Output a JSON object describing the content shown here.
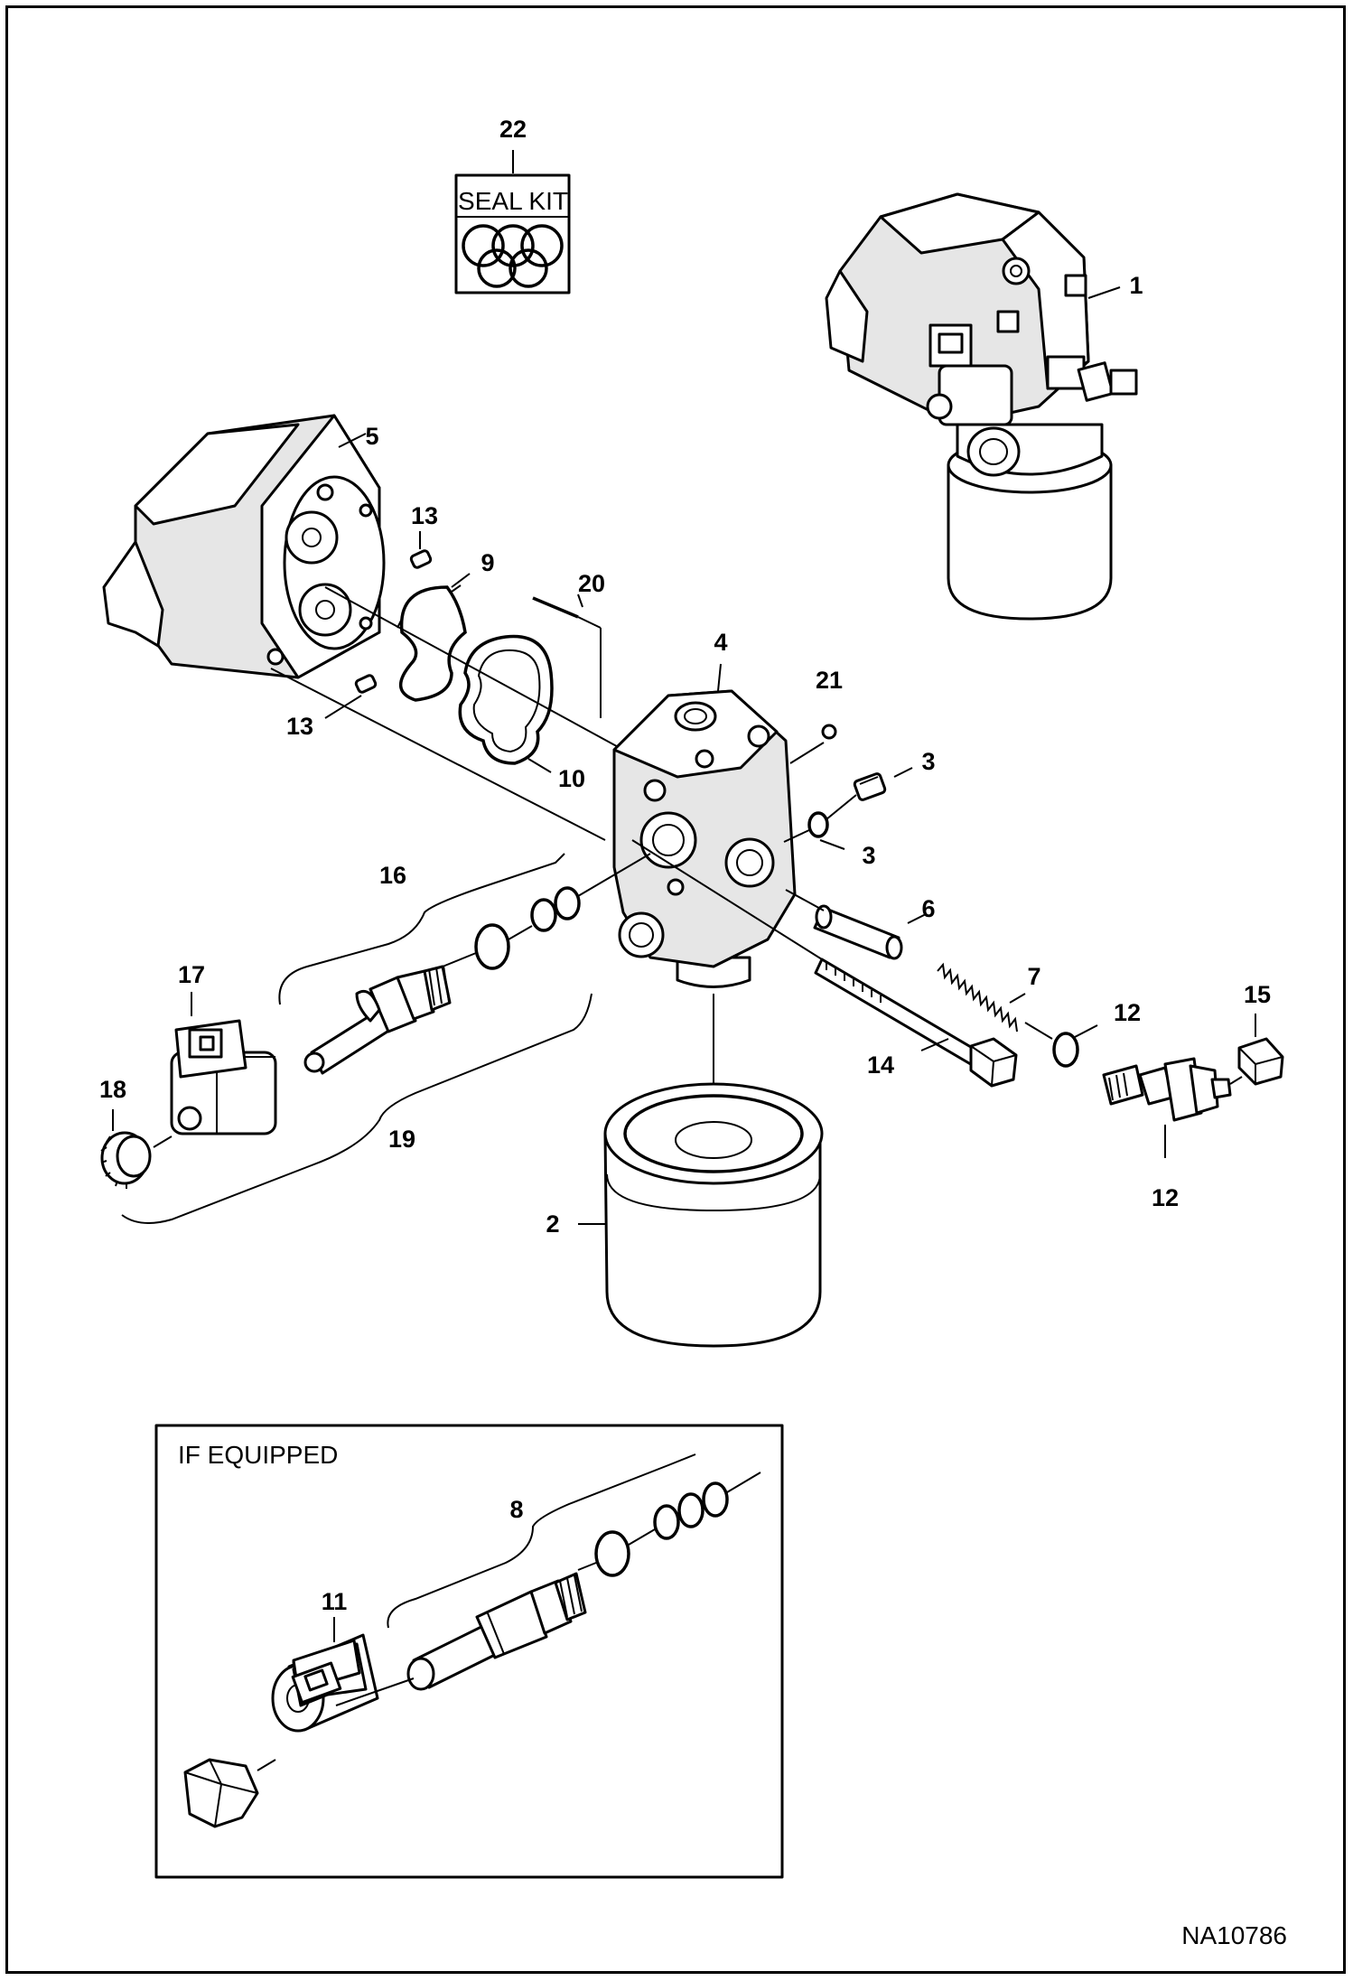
{
  "drawing_id": "NA10786",
  "seal_kit": {
    "number": "22",
    "label": "SEAL KIT"
  },
  "inset": {
    "title": "IF EQUIPPED"
  },
  "callouts": {
    "c1": "1",
    "c2": "2",
    "c3a": "3",
    "c3b": "3",
    "c4": "4",
    "c5": "5",
    "c6": "6",
    "c7": "7",
    "c8": "8",
    "c9": "9",
    "c10": "10",
    "c11": "11",
    "c12a": "12",
    "c12b": "12",
    "c13a": "13",
    "c13b": "13",
    "c14": "14",
    "c15": "15",
    "c16": "16",
    "c17": "17",
    "c18": "18",
    "c19": "19",
    "c20": "20",
    "c21": "21"
  }
}
